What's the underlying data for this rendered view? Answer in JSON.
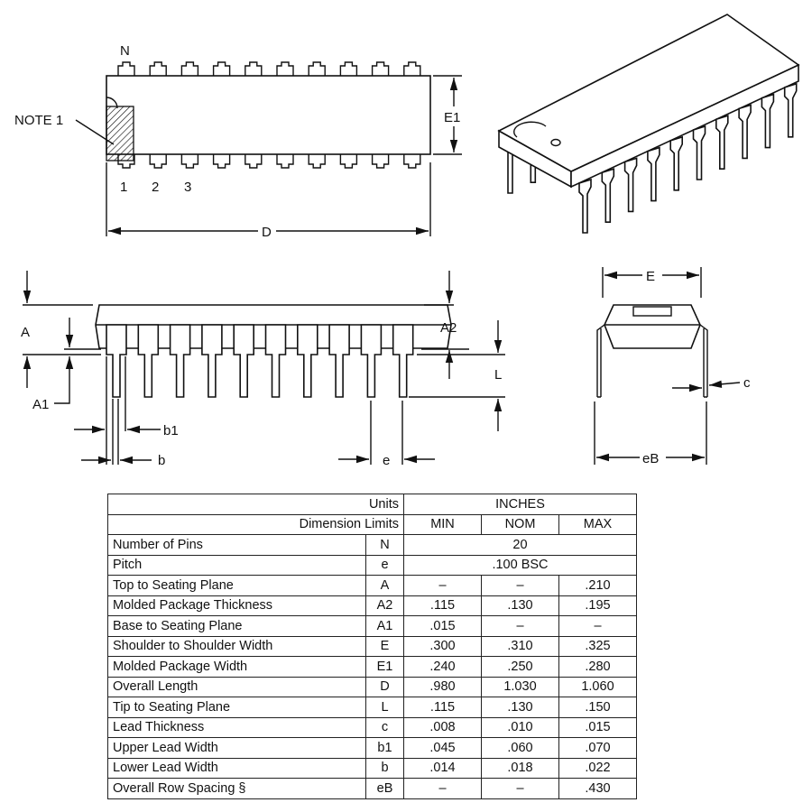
{
  "top_view": {
    "pin_n_label": "N",
    "pin_labels": [
      "1",
      "2",
      "3"
    ],
    "note_label": "NOTE 1",
    "dim_e1": "E1",
    "dim_d": "D"
  },
  "side_view": {
    "dim_a": "A",
    "dim_a1": "A1",
    "dim_a2": "A2",
    "dim_l": "L",
    "dim_b1": "b1",
    "dim_b": "b",
    "dim_e": "e"
  },
  "end_view": {
    "dim_e": "E",
    "dim_c": "c",
    "dim_eb": "eB"
  },
  "table": {
    "units_label": "Units",
    "units_value": "INCHES",
    "limits_label": "Dimension Limits",
    "columns": [
      "MIN",
      "NOM",
      "MAX"
    ],
    "rows": [
      {
        "name": "Number of Pins",
        "sym": "N",
        "span": "20"
      },
      {
        "name": "Pitch",
        "sym": "e",
        "span": ".100 BSC"
      },
      {
        "name": "Top to Seating Plane",
        "sym": "A",
        "min": "–",
        "nom": "–",
        "max": ".210"
      },
      {
        "name": "Molded Package Thickness",
        "sym": "A2",
        "min": ".115",
        "nom": ".130",
        "max": ".195"
      },
      {
        "name": "Base to Seating Plane",
        "sym": "A1",
        "min": ".015",
        "nom": "–",
        "max": "–"
      },
      {
        "name": "Shoulder to Shoulder Width",
        "sym": "E",
        "min": ".300",
        "nom": ".310",
        "max": ".325"
      },
      {
        "name": "Molded Package Width",
        "sym": "E1",
        "min": ".240",
        "nom": ".250",
        "max": ".280"
      },
      {
        "name": "Overall Length",
        "sym": "D",
        "min": ".980",
        "nom": "1.030",
        "max": "1.060"
      },
      {
        "name": "Tip to Seating Plane",
        "sym": "L",
        "min": ".115",
        "nom": ".130",
        "max": ".150"
      },
      {
        "name": "Lead Thickness",
        "sym": "c",
        "min": ".008",
        "nom": ".010",
        "max": ".015"
      },
      {
        "name": "Upper Lead Width",
        "sym": "b1",
        "min": ".045",
        "nom": ".060",
        "max": ".070"
      },
      {
        "name": "Lower Lead Width",
        "sym": "b",
        "min": ".014",
        "nom": ".018",
        "max": ".022"
      },
      {
        "name": "Overall Row Spacing  §",
        "sym": "eB",
        "min": "–",
        "nom": "–",
        "max": ".430"
      }
    ]
  }
}
